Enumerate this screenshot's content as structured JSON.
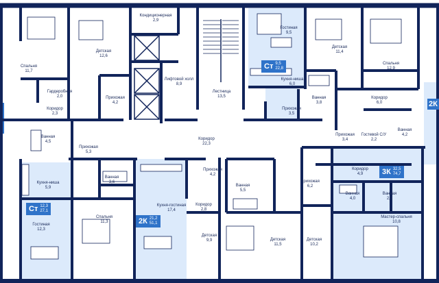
{
  "colors": {
    "wall": "#11245a",
    "highlight": "#dceafb",
    "badge": "#2f73c9",
    "corridor": "#ffffff"
  },
  "rooms": [
    {
      "id": "konditsionernaya",
      "name": "Кондиционерная",
      "area": "2,9"
    },
    {
      "id": "gostinaya-top",
      "name": "Гостиная",
      "area": "9,5"
    },
    {
      "id": "spalnya-topleft",
      "name": "Спальня",
      "area": "11,7"
    },
    {
      "id": "detskaya-12-6",
      "name": "Детская",
      "area": "12,6"
    },
    {
      "id": "detskaya-11-4",
      "name": "Детская",
      "area": "11,4"
    },
    {
      "id": "spalnya-12-9",
      "name": "Спальня",
      "area": "12,9"
    },
    {
      "id": "liftovoy-holl",
      "name": "Лифтовой холл",
      "area": "8,9"
    },
    {
      "id": "lestnitsa",
      "name": "Лестница",
      "area": "13,5"
    },
    {
      "id": "kuhnya-nisha-top",
      "name": "Кухня-ниша",
      "area": "6,0"
    },
    {
      "id": "garderobnaya",
      "name": "Гардеробная",
      "area": "2,0"
    },
    {
      "id": "prihozhaya-4-2",
      "name": "Прихожая",
      "area": "4,2"
    },
    {
      "id": "vannaya-3-8",
      "name": "Ванная",
      "area": "3,8"
    },
    {
      "id": "koridor-6-0",
      "name": "Коридор",
      "area": "6,0"
    },
    {
      "id": "koridor-2-3",
      "name": "Коридор",
      "area": "2,3"
    },
    {
      "id": "prihozhaya-3-5",
      "name": "Прихожая",
      "area": "3,5"
    },
    {
      "id": "vannaya-4-2",
      "name": "Ванная",
      "area": "4,2"
    },
    {
      "id": "vannaya-4-5",
      "name": "Ванная",
      "area": "4,5"
    },
    {
      "id": "prihozhaya-5-3",
      "name": "Прихожая",
      "area": "5,3"
    },
    {
      "id": "koridor-22-3",
      "name": "Коридор",
      "area": "22,3"
    },
    {
      "id": "prihozhaya-3-4",
      "name": "Прихожая",
      "area": "3,4"
    },
    {
      "id": "gostevoy-su",
      "name": "Гостевой С/У",
      "area": "2,2"
    },
    {
      "id": "kuhnya-nisha-left",
      "name": "Кухня-ниша",
      "area": "5,9"
    },
    {
      "id": "vannaya-3-6",
      "name": "Ванная",
      "area": "3,6"
    },
    {
      "id": "prihozhaya-4-2b",
      "name": "Прихожая",
      "area": "4,2"
    },
    {
      "id": "vannaya-5-5",
      "name": "Ванная",
      "area": "5,5"
    },
    {
      "id": "prihozhaya-6-2",
      "name": "Прихожая",
      "area": "6,2"
    },
    {
      "id": "koridor-4-9",
      "name": "Коридор",
      "area": "4,9"
    },
    {
      "id": "vannaya-4-0",
      "name": "Ванная",
      "area": "4,0"
    },
    {
      "id": "vannaya-2-8",
      "name": "Ванная",
      "area": "2,8"
    },
    {
      "id": "kuhnya-gostinaya",
      "name": "Кухня-гостиная",
      "area": "17,4"
    },
    {
      "id": "koridor-2-8",
      "name": "Коридор",
      "area": "2,8"
    },
    {
      "id": "gostinaya-12-3",
      "name": "Гостиная",
      "area": "12,3"
    },
    {
      "id": "spalnya-11-3",
      "name": "Спальня",
      "area": "11,3"
    },
    {
      "id": "detskaya-9-9",
      "name": "Детская",
      "area": "9,9"
    },
    {
      "id": "detskaya-11-5",
      "name": "Детская",
      "area": "11,5"
    },
    {
      "id": "detskaya-10-2",
      "name": "Детская",
      "area": "10,2"
    },
    {
      "id": "master-spalnya",
      "name": "Мастер-спальня",
      "area": "10,8"
    }
  ],
  "apartments": [
    {
      "id": "st-top",
      "type": "Ст",
      "living": "9,5",
      "total": "22,8"
    },
    {
      "id": "st-left",
      "type": "Ст",
      "living": "12,3",
      "total": "27,1"
    },
    {
      "id": "2k-bottom",
      "type": "2К",
      "living": "21,2",
      "total": "51,1"
    },
    {
      "id": "3k-right",
      "type": "3К",
      "living": "32,5",
      "total": "74,7"
    },
    {
      "id": "2k-edge",
      "type": "2К",
      "living": "",
      "total": ""
    }
  ]
}
